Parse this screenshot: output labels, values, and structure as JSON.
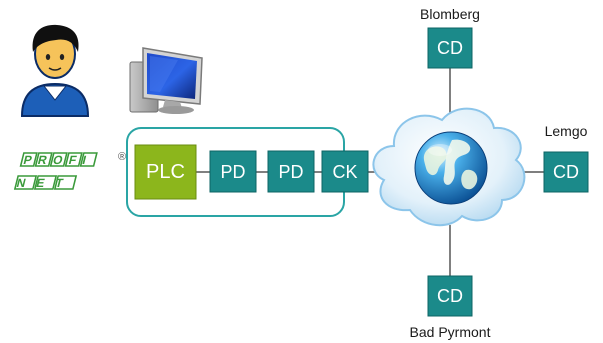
{
  "logo": {
    "name": "PROFINET",
    "row1": "PROFI",
    "row2": "NET",
    "mark": "®"
  },
  "icons": {
    "user": "user-icon",
    "computer": "computer-icon",
    "cloud": "cloud-icon",
    "globe": "globe-icon"
  },
  "chain": {
    "plc": "PLC",
    "pd1": "PD",
    "pd2": "PD",
    "ck": "CK"
  },
  "sites": {
    "top": {
      "label": "Blomberg",
      "node": "CD"
    },
    "right": {
      "label": "Lemgo",
      "node": "CD"
    },
    "bottom": {
      "label": "Bad Pyrmont",
      "node": "CD"
    }
  },
  "colors": {
    "plc_fill": "#8cb61c",
    "node_fill": "#1b8a8a",
    "node_stroke": "#0e6464",
    "group_outline": "#2aa5a5",
    "line": "#555555",
    "logo_green": "#3a9a3a"
  }
}
